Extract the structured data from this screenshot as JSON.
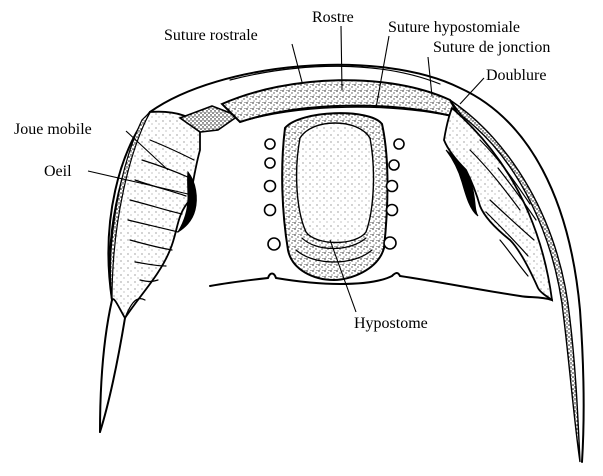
{
  "labels": {
    "rostre": "Rostre",
    "suture_rostrale": "Suture rostrale",
    "suture_hypostomiale": "Suture hypostomiale",
    "suture_de_jonction": "Suture de jonction",
    "doublure": "Doublure",
    "joue_mobile": "Joue mobile",
    "oeil": "Oeil",
    "hypostome": "Hypostome"
  }
}
